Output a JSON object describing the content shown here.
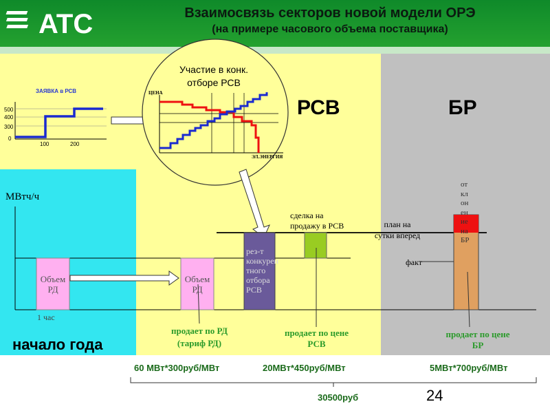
{
  "header": {
    "logo_text": "ATC",
    "title": "Взаимосвязь секторов новой модели ОРЭ",
    "subtitle": "(на примере часового объема поставщика)"
  },
  "sectors": {
    "rsv": "РСВ",
    "br": "БР"
  },
  "mini_chart": {
    "title": "ЗАЯВКА в РСВ",
    "y_ticks": [
      "500",
      "400",
      "300",
      "0"
    ],
    "x_ticks": [
      "100",
      "200"
    ]
  },
  "circle": {
    "caption_line1": "Участие в конк.",
    "caption_line2": "отборе РСВ",
    "price_label": "ЦЕНА",
    "energy_label": "ЭЛ.ЭНЕРГИЯ"
  },
  "main": {
    "y_unit": "МВтч/ч",
    "one_hour": "1 час",
    "start_of_year": "начало года",
    "volume_rd_1": [
      "Объем",
      "РД"
    ],
    "volume_rd_2": [
      "Объем",
      "РД"
    ],
    "rsv_result": [
      "рез-т",
      "конкурен",
      "тного",
      "отбора",
      "РСВ"
    ],
    "deal_label": [
      "сделка на",
      "продажу в РСВ"
    ],
    "plan_label": [
      "план на",
      "сутки вперед"
    ],
    "fact_label": "факт",
    "deviation_label": [
      "от",
      "кл",
      "он",
      "ен",
      "ие",
      "на",
      "БР"
    ]
  },
  "sells": {
    "rd": [
      "продает по РД",
      "(тариф РД)"
    ],
    "rsv": [
      "продает по цене",
      "РСВ"
    ],
    "br": [
      "продает по цене",
      "БР"
    ]
  },
  "totals": {
    "rd": "60 МВт*300руб/МВт",
    "rsv": "20МВт*450руб/МВт",
    "br": "5МВт*700руб/МВт",
    "sum": "30500руб"
  },
  "page_number": "24",
  "colors": {
    "header_green": "#1a9a2e",
    "yellow": "#ffff9a",
    "grey": "#c0c0c0",
    "cyan": "#33e6f0",
    "pink": "#ffb0f0",
    "purple": "#6a5a9a",
    "light_green": "#99cc22",
    "tan": "#e0a060",
    "red": "#ee1111",
    "blue": "#1a2ad0"
  }
}
